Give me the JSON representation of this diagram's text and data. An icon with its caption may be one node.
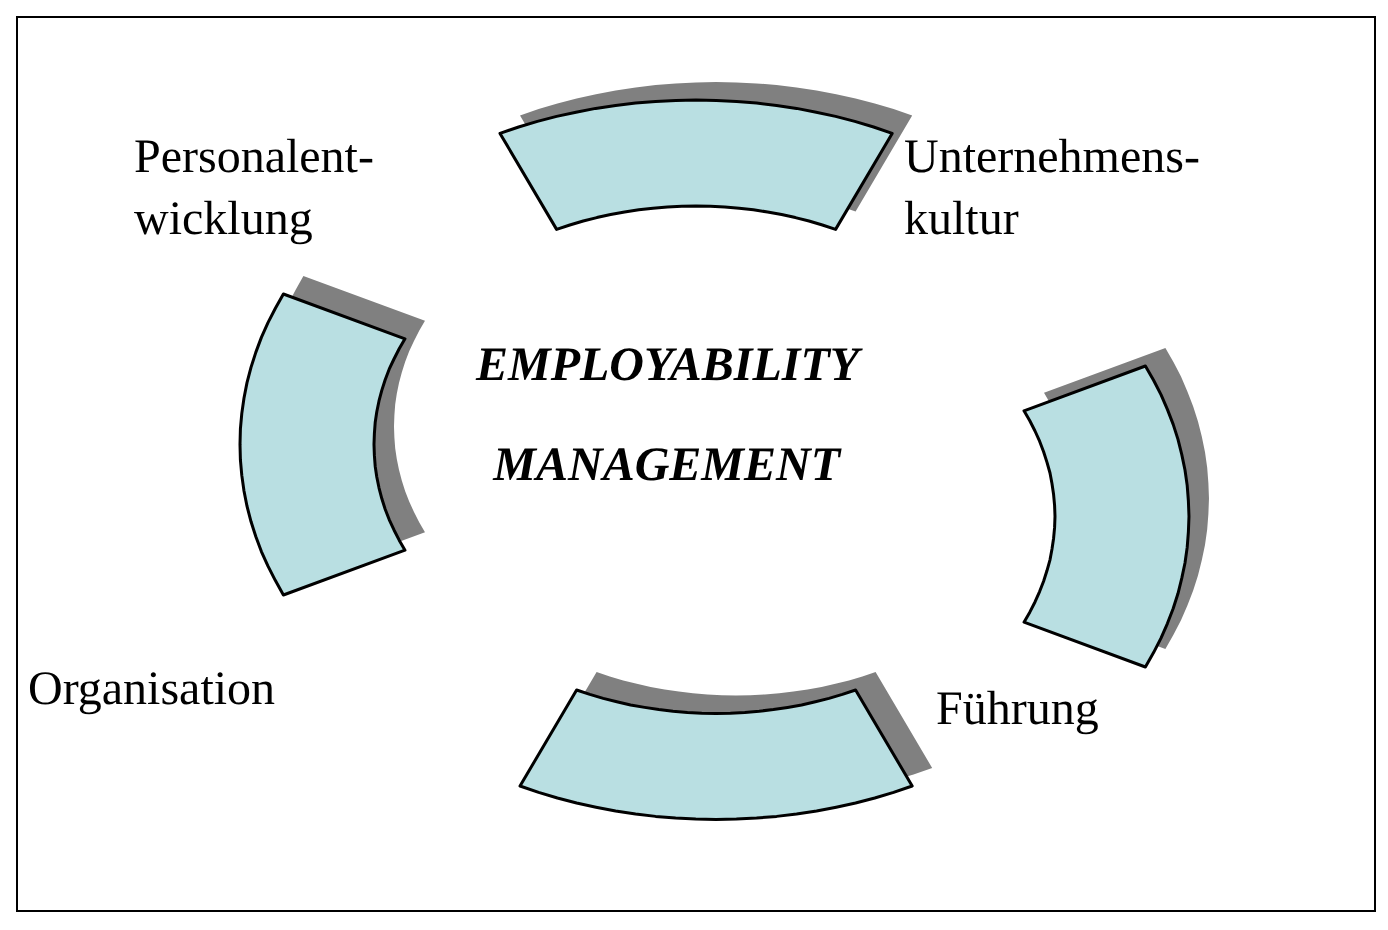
{
  "diagram": {
    "nodes": [
      {
        "text": [],
        "shape": "arc"
      },
      {
        "text": [],
        "shape": "arc"
      },
      {
        "text": [],
        "shape": "arc"
      },
      {
        "text": [],
        "shape": "arc"
      }
    ],
    "labels": [
      "Personalent- wicklung",
      "Unternehmens- kultur",
      "EMPLOYABILITY MANAGEMENT",
      "Organisation",
      "Führung"
    ]
  }
}
